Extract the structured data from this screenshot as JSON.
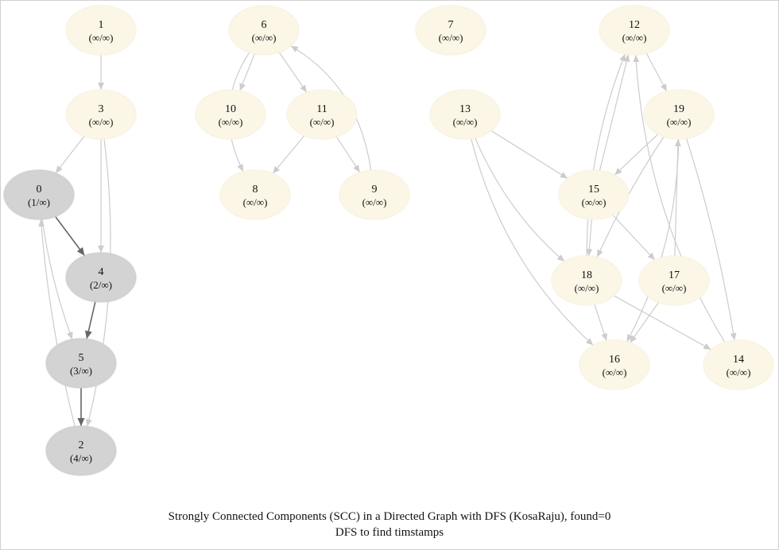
{
  "caption": {
    "title": "Strongly Connected Components (SCC) in a Directed Graph with DFS (KosaRaju), found=0",
    "subtitle": "DFS to find timstamps"
  },
  "colors": {
    "unvisited_fill": "#fbf6e6",
    "visited_fill": "#d3d3d3",
    "default_edge": "#cccccc",
    "traversed_edge": "#666666"
  },
  "graph": {
    "nodes": [
      {
        "id": "0",
        "label": "0",
        "ts": "(1/∞)",
        "state": "visited"
      },
      {
        "id": "1",
        "label": "1",
        "ts": "(∞/∞)",
        "state": "unvisited"
      },
      {
        "id": "2",
        "label": "2",
        "ts": "(4/∞)",
        "state": "visited"
      },
      {
        "id": "3",
        "label": "3",
        "ts": "(∞/∞)",
        "state": "unvisited"
      },
      {
        "id": "4",
        "label": "4",
        "ts": "(2/∞)",
        "state": "visited"
      },
      {
        "id": "5",
        "label": "5",
        "ts": "(3/∞)",
        "state": "visited"
      },
      {
        "id": "6",
        "label": "6",
        "ts": "(∞/∞)",
        "state": "unvisited"
      },
      {
        "id": "7",
        "label": "7",
        "ts": "(∞/∞)",
        "state": "unvisited"
      },
      {
        "id": "8",
        "label": "8",
        "ts": "(∞/∞)",
        "state": "unvisited"
      },
      {
        "id": "9",
        "label": "9",
        "ts": "(∞/∞)",
        "state": "unvisited"
      },
      {
        "id": "10",
        "label": "10",
        "ts": "(∞/∞)",
        "state": "unvisited"
      },
      {
        "id": "11",
        "label": "11",
        "ts": "(∞/∞)",
        "state": "unvisited"
      },
      {
        "id": "12",
        "label": "12",
        "ts": "(∞/∞)",
        "state": "unvisited"
      },
      {
        "id": "13",
        "label": "13",
        "ts": "(∞/∞)",
        "state": "unvisited"
      },
      {
        "id": "14",
        "label": "14",
        "ts": "(∞/∞)",
        "state": "unvisited"
      },
      {
        "id": "15",
        "label": "15",
        "ts": "(∞/∞)",
        "state": "unvisited"
      },
      {
        "id": "16",
        "label": "16",
        "ts": "(∞/∞)",
        "state": "unvisited"
      },
      {
        "id": "17",
        "label": "17",
        "ts": "(∞/∞)",
        "state": "unvisited"
      },
      {
        "id": "18",
        "label": "18",
        "ts": "(∞/∞)",
        "state": "unvisited"
      },
      {
        "id": "19",
        "label": "19",
        "ts": "(∞/∞)",
        "state": "unvisited"
      }
    ],
    "edges": [
      {
        "from": "1",
        "to": "3",
        "traversed": false
      },
      {
        "from": "3",
        "to": "0",
        "traversed": false
      },
      {
        "from": "3",
        "to": "4",
        "traversed": false
      },
      {
        "from": "3",
        "to": "2",
        "traversed": false
      },
      {
        "from": "0",
        "to": "4",
        "traversed": true
      },
      {
        "from": "0",
        "to": "5",
        "traversed": false
      },
      {
        "from": "4",
        "to": "5",
        "traversed": true
      },
      {
        "from": "5",
        "to": "2",
        "traversed": true
      },
      {
        "from": "2",
        "to": "0",
        "traversed": false
      },
      {
        "from": "6",
        "to": "10",
        "traversed": false
      },
      {
        "from": "6",
        "to": "11",
        "traversed": false
      },
      {
        "from": "6",
        "to": "8",
        "traversed": false
      },
      {
        "from": "11",
        "to": "8",
        "traversed": false
      },
      {
        "from": "11",
        "to": "9",
        "traversed": false
      },
      {
        "from": "9",
        "to": "6",
        "traversed": false
      },
      {
        "from": "12",
        "to": "19",
        "traversed": false
      },
      {
        "from": "19",
        "to": "15",
        "traversed": false
      },
      {
        "from": "19",
        "to": "18",
        "traversed": false
      },
      {
        "from": "19",
        "to": "16",
        "traversed": false
      },
      {
        "from": "19",
        "to": "14",
        "traversed": false
      },
      {
        "from": "13",
        "to": "15",
        "traversed": false
      },
      {
        "from": "13",
        "to": "18",
        "traversed": false
      },
      {
        "from": "13",
        "to": "16",
        "traversed": false
      },
      {
        "from": "15",
        "to": "12",
        "traversed": false
      },
      {
        "from": "15",
        "to": "18",
        "traversed": false
      },
      {
        "from": "15",
        "to": "17",
        "traversed": false
      },
      {
        "from": "18",
        "to": "12",
        "traversed": false
      },
      {
        "from": "18",
        "to": "16",
        "traversed": false
      },
      {
        "from": "18",
        "to": "14",
        "traversed": false
      },
      {
        "from": "17",
        "to": "19",
        "traversed": false
      },
      {
        "from": "17",
        "to": "16",
        "traversed": false
      },
      {
        "from": "14",
        "to": "12",
        "traversed": false
      }
    ]
  }
}
